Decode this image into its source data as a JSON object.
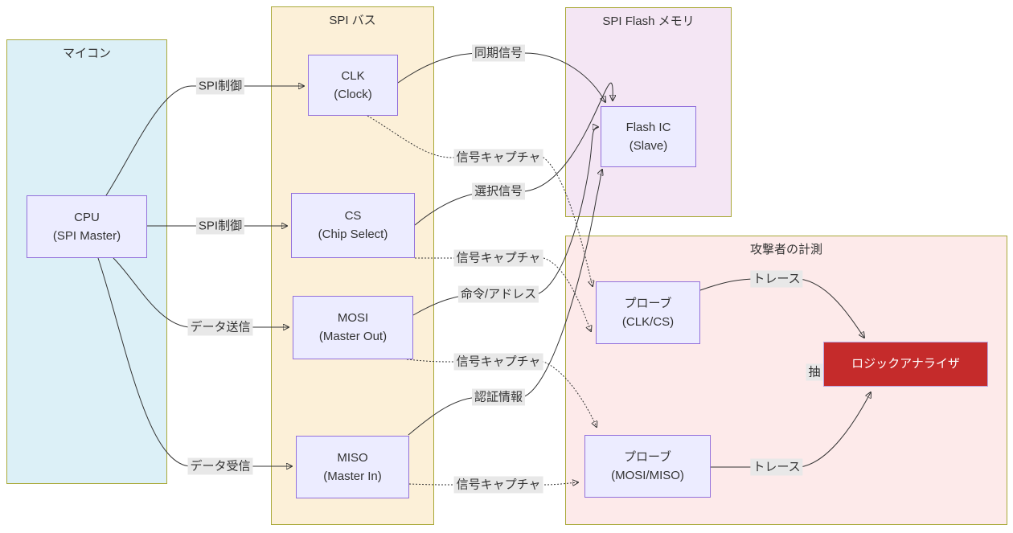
{
  "containers": {
    "microcontroller": {
      "title": "マイコン"
    },
    "spi_bus": {
      "title": "SPI バス"
    },
    "spi_flash": {
      "title": "SPI Flash メモリ"
    },
    "attacker": {
      "title": "攻撃者の計測"
    }
  },
  "nodes": {
    "cpu": {
      "line1": "CPU",
      "line2": "(SPI Master)"
    },
    "clk": {
      "line1": "CLK",
      "line2": "(Clock)"
    },
    "cs": {
      "line1": "CS",
      "line2": "(Chip Select)"
    },
    "mosi": {
      "line1": "MOSI",
      "line2": "(Master Out)"
    },
    "miso": {
      "line1": "MISO",
      "line2": "(Master In)"
    },
    "flash_ic": {
      "line1": "Flash IC",
      "line2": "(Slave)"
    },
    "probe_clk_cs": {
      "line1": "プローブ",
      "line2": "(CLK/CS)"
    },
    "probe_mosi_miso": {
      "line1": "プローブ",
      "line2": "(MOSI/MISO)"
    },
    "logic_analyzer": {
      "line1": "ロジックアナライザ"
    }
  },
  "edge_labels": {
    "spi_ctrl_clk": "SPI制御",
    "spi_ctrl_cs": "SPI制御",
    "data_send": "データ送信",
    "data_recv": "データ受信",
    "sync_signal": "同期信号",
    "select_signal": "選択信号",
    "cmd_addr": "命令/アドレス",
    "auth_info": "認証情報",
    "capture_clk": "信号キャプチャ",
    "capture_cs": "信号キャプチャ",
    "capture_mosi": "信号キャプチャ",
    "capture_miso": "信号キャプチャ",
    "trace_1": "トレース",
    "trace_2": "トレース",
    "extract_partial": "抽"
  },
  "colors": {
    "edge": "#333333",
    "edge_label_bg": "#e8e8e8",
    "node_fill": "#ececff",
    "node_border": "#9370db",
    "cluster_border": "#a9a938",
    "microcontroller_fill": "#dcf0f7",
    "spi_bus_fill": "#fcf0d8",
    "spi_flash_fill": "#f4e6f4",
    "attacker_fill": "#fdeaea",
    "analyzer_fill": "#c52b2b",
    "analyzer_text": "#ffffff"
  }
}
